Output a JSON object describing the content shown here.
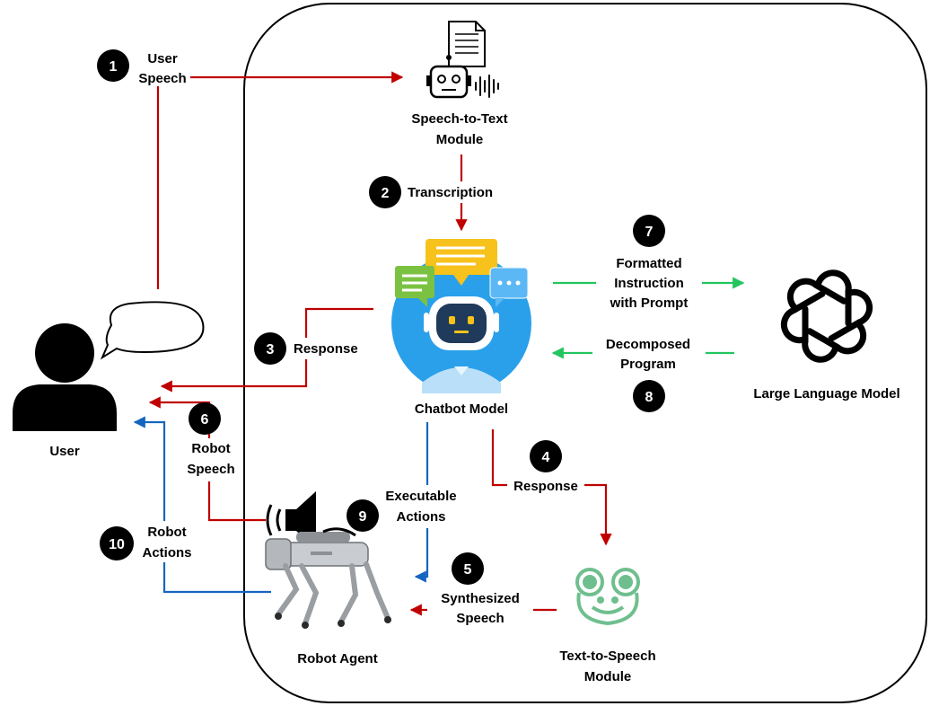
{
  "colors": {
    "user_flow": "#c00000",
    "robot_flow": "#1565c0",
    "llm_flow": "#22c55e",
    "bot_blue": "#2aa0ea",
    "bot_dark": "#1f3a5a",
    "bubble_yellow": "#f7c21b",
    "bubble_green": "#7cc242",
    "frog_green": "#6fbf8e"
  },
  "nodes": {
    "stt": {
      "line1": "Speech-to-Text",
      "line2": "Module"
    },
    "chatbot": {
      "label": "Chatbot Model"
    },
    "llm": {
      "label": "Large Language Model"
    },
    "tts": {
      "line1": "Text-to-Speech",
      "line2": "Module"
    },
    "robot": {
      "label": "Robot Agent"
    },
    "user": {
      "label": "User"
    }
  },
  "steps": [
    {
      "num": "1",
      "line1": "User",
      "line2": "Speech"
    },
    {
      "num": "2",
      "line1": "Transcription"
    },
    {
      "num": "3",
      "line1": "Response"
    },
    {
      "num": "4",
      "line1": "Response"
    },
    {
      "num": "5",
      "line1": "Synthesized",
      "line2": "Speech"
    },
    {
      "num": "6",
      "line1": "Robot",
      "line2": "Speech"
    },
    {
      "num": "7",
      "line1": "Formatted",
      "line2": "Instruction",
      "line3": "with Prompt"
    },
    {
      "num": "8",
      "line1": "Decomposed",
      "line2": "Program"
    },
    {
      "num": "9",
      "line1": "Executable",
      "line2": "Actions"
    },
    {
      "num": "10",
      "line1": "Robot",
      "line2": "Actions"
    }
  ]
}
